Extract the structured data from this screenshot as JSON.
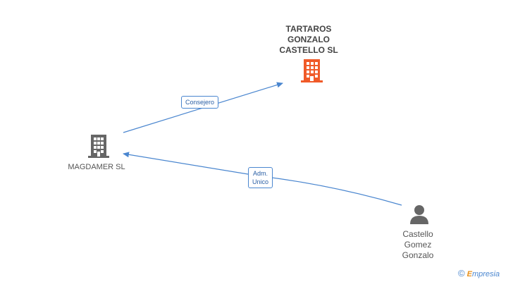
{
  "nodes": {
    "tartaros": {
      "label_lines": [
        "TARTAROS",
        "GONZALO",
        "CASTELLO SL"
      ],
      "icon": "building-icon",
      "color": "#f05a28"
    },
    "magdamer": {
      "label": "MAGDAMER SL",
      "icon": "building-icon",
      "color": "#666666"
    },
    "castello": {
      "label_lines": [
        "Castello",
        "Gomez",
        "Gonzalo"
      ],
      "icon": "person-icon",
      "color": "#666666"
    }
  },
  "edges": {
    "consejero": {
      "label": "Consejero"
    },
    "adm_unico": {
      "label_lines": [
        "Adm.",
        "Unico"
      ]
    }
  },
  "colors": {
    "edge": "#4a86cf"
  },
  "brand": {
    "copyright": "©",
    "e": "E",
    "rest": "mpresia"
  }
}
